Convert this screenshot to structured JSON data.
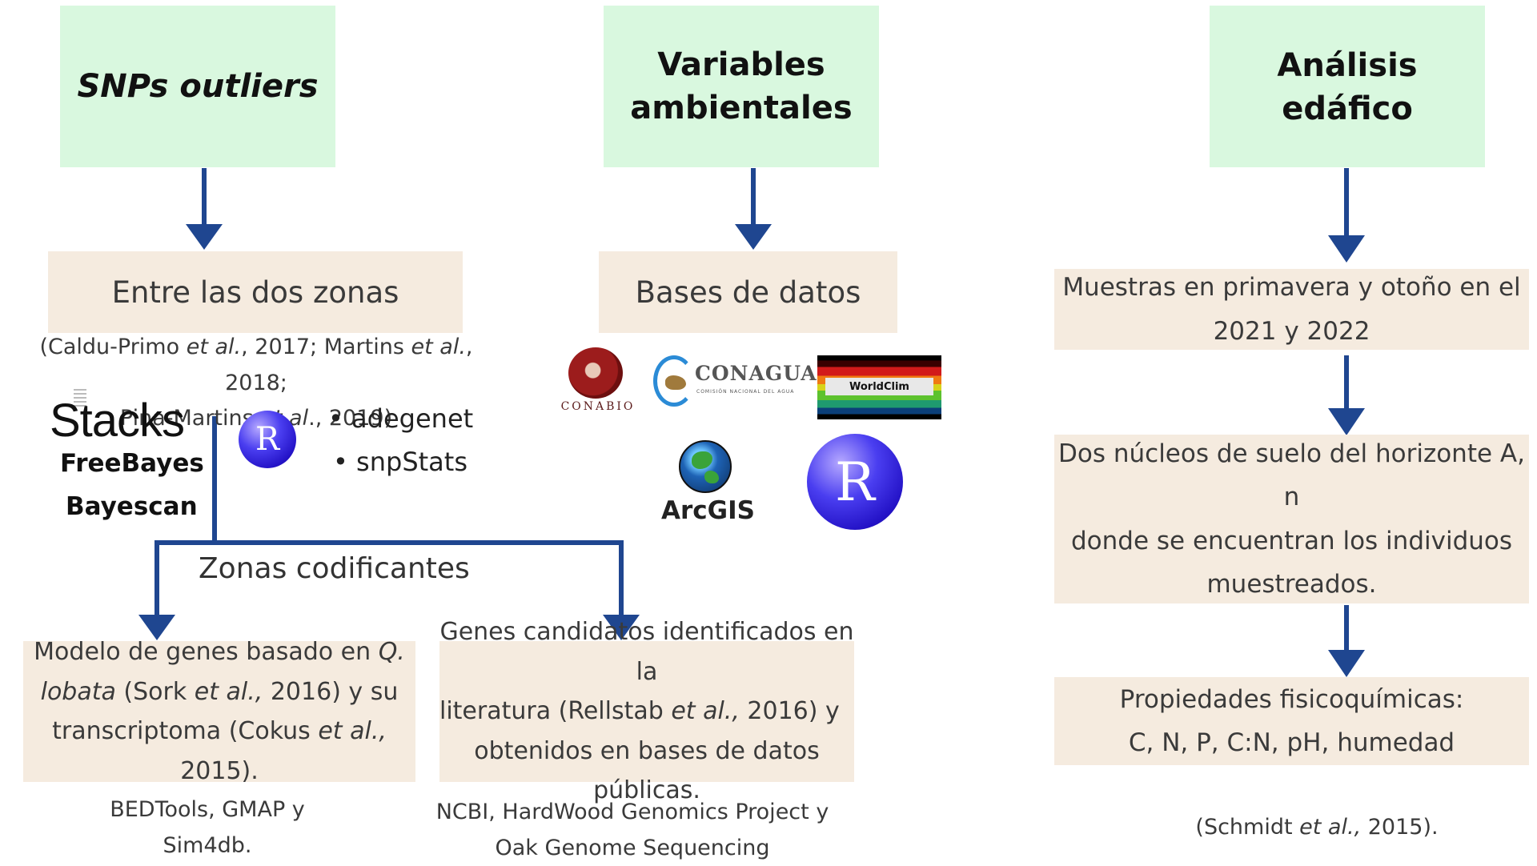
{
  "columns": {
    "snps": {
      "header_line1": "SNPs outliers",
      "step1": "Entre las dos zonas",
      "refs_line1_a": "(Caldu-Primo ",
      "refs_line1_b": "et al.",
      "refs_line1_c": ", 2017; Martins ",
      "refs_line1_d": "et al.",
      "refs_line1_e": ", 2018;",
      "refs_line2_a": "Pina-Martins ",
      "refs_line2_b": "et al",
      "refs_line2_c": "., 2019)",
      "tools": [
        "Stacks",
        "FreeBayes",
        "Bayescan"
      ],
      "r_letter": "R",
      "packages": [
        "• adegenet",
        "• snpStats"
      ],
      "branch_label": "Zonas codificantes",
      "left_box": {
        "l1a": "Modelo de genes basado en ",
        "l1b": "Q.",
        "l2a": "lobata",
        "l2b": " (Sork ",
        "l2c": "et al.,",
        "l2d": " 2016) y su",
        "l3a": "transcriptoma (Cokus ",
        "l3b": "et al.,",
        "l3c": " 2015)."
      },
      "left_tools_line1": "BEDTools, GMAP y",
      "left_tools_line2": "Sim4db.",
      "right_box": {
        "l1": "Genes candidatos identificados en la",
        "l2a": "literatura (Rellstab ",
        "l2b": "et al.,",
        "l2c": " 2016) y",
        "l3": "obtenidos en bases de datos públicas."
      },
      "right_tools_line1": "NCBI, HardWood Genomics Project y",
      "right_tools_line2": "Oak Genome Sequencing"
    },
    "env": {
      "header_line1": "Variables",
      "header_line2": "ambientales",
      "step1": "Bases de datos",
      "logos": {
        "conabio": "CONABIO",
        "conagua": "CONAGUA",
        "conagua_sub": "COMISIÓN NACIONAL DEL AGUA",
        "worldclim": "WorldClim",
        "arcgis": "ArcGIS",
        "r_letter": "R"
      }
    },
    "soil": {
      "header_line1": "Análisis edáfico",
      "step1_line1": "Muestras en primavera y otoño en el",
      "step1_line2": "2021 y 2022",
      "step2_line1": "Dos núcleos de suelo del horizonte A, n",
      "step2_line2": "donde se encuentran los individuos",
      "step2_line3": "muestreados.",
      "step3_line1": "Propiedades fisicoquímicas:",
      "step3_line2": "C, N, P, C:N, pH, humedad",
      "ref_a": "(Schmidt ",
      "ref_b": "et al.,",
      "ref_c": " 2015)."
    }
  },
  "colors": {
    "header_bg": "#d9f8df",
    "step_bg": "#f5ebdf",
    "arrow": "#1f4690"
  }
}
